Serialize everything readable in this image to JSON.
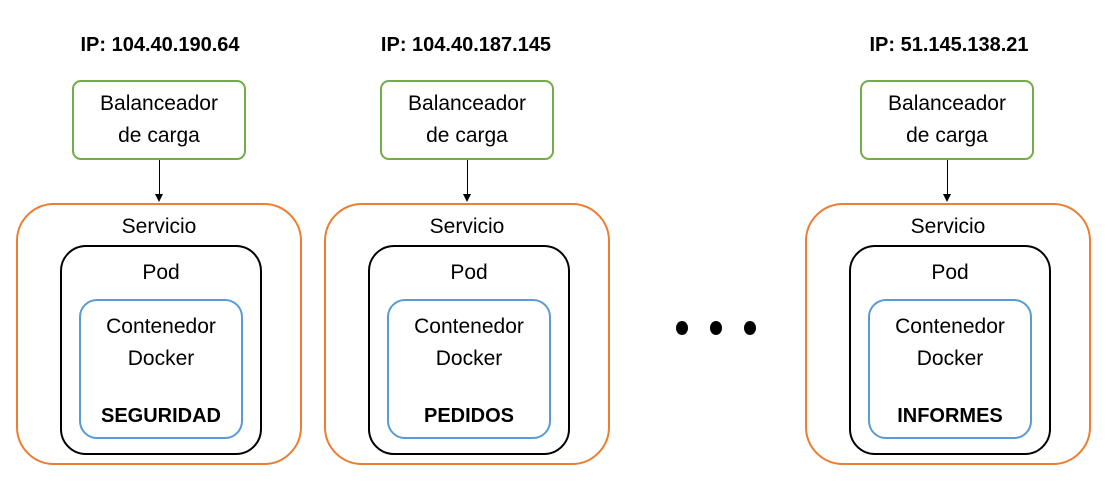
{
  "stacks": [
    {
      "ip": "IP: 104.40.190.64",
      "load_balancer": [
        "Balanceador",
        "de carga"
      ],
      "service": "Servicio",
      "pod": "Pod",
      "container": [
        "Contenedor",
        "Docker"
      ],
      "container_name": "SEGURIDAD"
    },
    {
      "ip": "IP: 104.40.187.145",
      "load_balancer": [
        "Balanceador",
        "de carga"
      ],
      "service": "Servicio",
      "pod": "Pod",
      "container": [
        "Contenedor",
        "Docker"
      ],
      "container_name": "PEDIDOS"
    },
    {
      "ip": "IP: 51.145.138.21",
      "load_balancer": [
        "Balanceador",
        "de carga"
      ],
      "service": "Servicio",
      "pod": "Pod",
      "container": [
        "Contenedor",
        "Docker"
      ],
      "container_name": "INFORMES"
    }
  ],
  "colors": {
    "load_balancer_border": "#70ad47",
    "service_border": "#ed7d31",
    "pod_border": "#000000",
    "container_border": "#5b9bd5"
  }
}
